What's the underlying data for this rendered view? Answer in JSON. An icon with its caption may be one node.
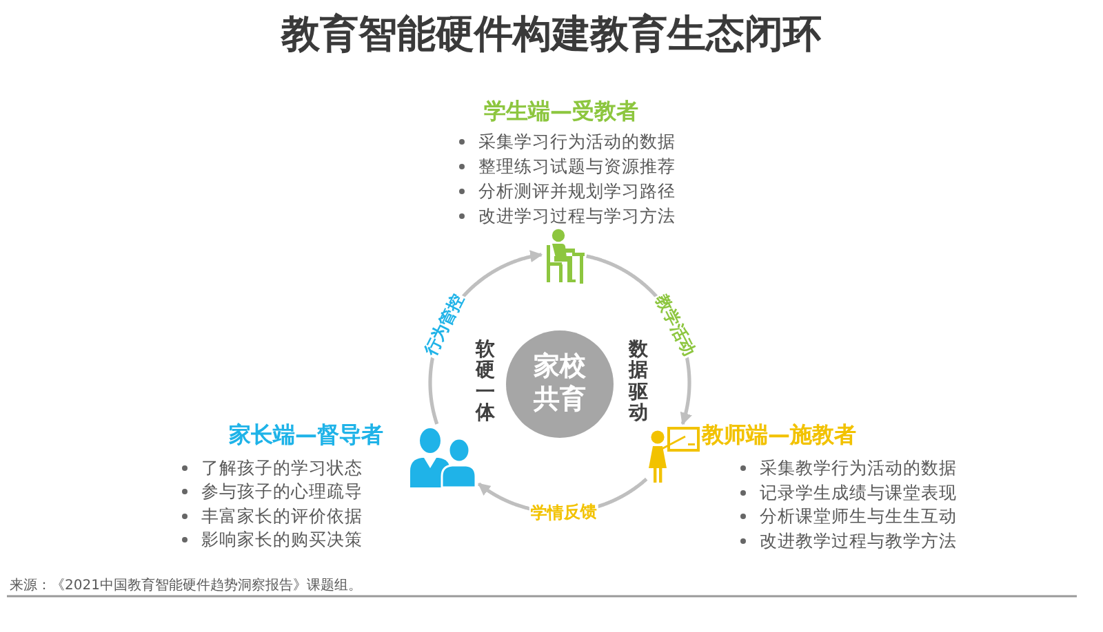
{
  "diagram": {
    "title": "教育智能硬件构建教育生态闭环",
    "nodes": [
      {
        "text": [],
        "shape": "person",
        "beside": [
          "学生端—受教者",
          "采集学习行为活动的数据",
          "整理练习试题与资源推荐",
          "分析测评并规划学习路径",
          "改进学习过程与学习方法"
        ]
      },
      {
        "text": [
          "家校共育"
        ]
      },
      {
        "text": [],
        "shape": "person",
        "beside": [
          "家长端—督导者",
          "了解孩子的学习状态",
          "参与孩子的心理疏导",
          "丰富家长的评价依据",
          "影响家长的购买决策"
        ]
      },
      {
        "text": [],
        "shape": "person",
        "beside": [
          "教师端—施教者",
          "采集教学行为活动的数据",
          "记录学生成绩与课堂表现",
          "分析课堂师生与生生互动",
          "改进教学过程与教学方法"
        ]
      }
    ],
    "edges": [
      {
        "from": 0,
        "to": 3,
        "arrow": "to",
        "label": "教学活动"
      },
      {
        "from": 3,
        "to": 2,
        "arrow": "to",
        "label": "学情反馈"
      },
      {
        "from": 2,
        "to": 0,
        "arrow": "to",
        "label": "行为管控"
      }
    ],
    "labels": [
      "软硬一体",
      "数据驱动",
      "来源：《2021中国教育智能硬件趋势洞察报告》课题组。"
    ]
  }
}
